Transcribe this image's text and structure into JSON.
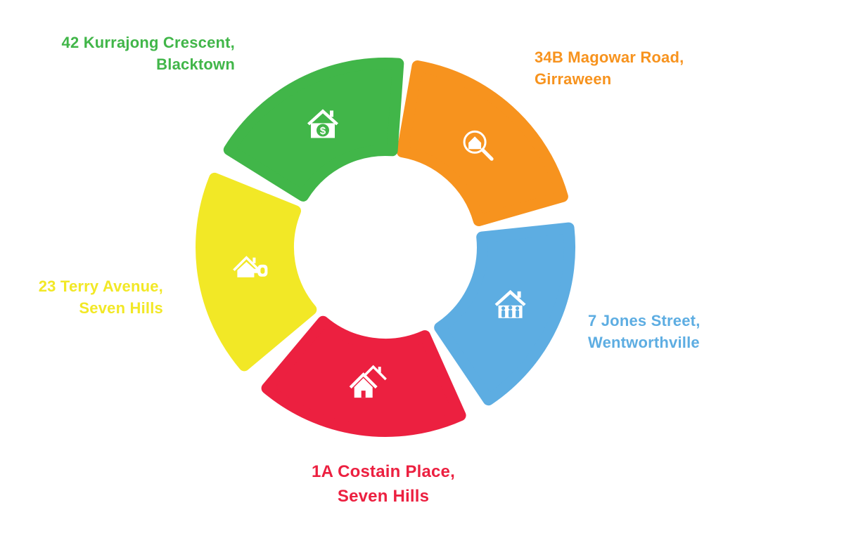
{
  "segments": [
    {
      "id": "orange",
      "color": "#F7931E",
      "icon": "house-search-icon",
      "address_line1": "34B Magowar Road,",
      "address_line2": "Girraween"
    },
    {
      "id": "blue",
      "color": "#5DADE2",
      "icon": "house-family-icon",
      "address_line1": "7 Jones Street,",
      "address_line2": "Wentworthville"
    },
    {
      "id": "red",
      "color": "#EC2040",
      "icon": "houses-icon",
      "address_line1": "1A Costain Place,",
      "address_line2": "Seven Hills"
    },
    {
      "id": "yellow",
      "color": "#F2E826",
      "icon": "house-key-icon",
      "address_line1": "23 Terry Avenue,",
      "address_line2": "Seven Hills"
    },
    {
      "id": "green",
      "color": "#41B649",
      "icon": "house-dollar-icon",
      "address_line1": "42 Kurrajong Crescent,",
      "address_line2": "Blacktown"
    }
  ]
}
